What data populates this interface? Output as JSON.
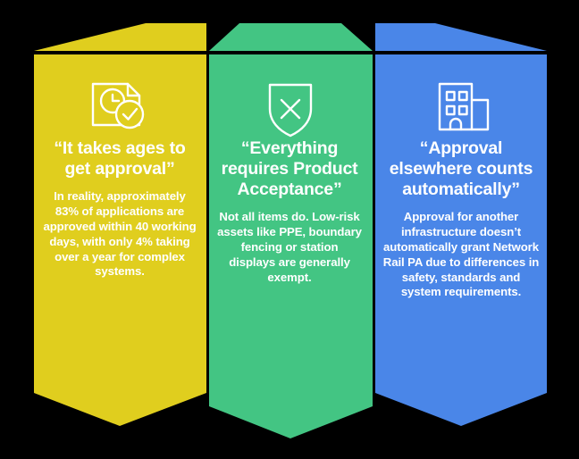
{
  "background_color": "#000000",
  "panels": [
    {
      "id": "yellow",
      "color": "#E0CE1E",
      "icon_name": "document-clock-check-icon",
      "headline": "“It takes ages to get approval”",
      "body": "In reality, approximately 83% of applications are approved within 40 working days, with only 4% taking over a year for complex systems."
    },
    {
      "id": "green",
      "color": "#43C583",
      "icon_name": "shield-x-icon",
      "headline": "“Everything requires Product Acceptance”",
      "body": "Not all items do. Low-risk assets like PPE, boundary fencing or station displays are generally exempt."
    },
    {
      "id": "blue",
      "color": "#4A86E8",
      "icon_name": "building-icon",
      "headline": "“Approval elsewhere counts automatically”",
      "body": "Approval for another infrastructure doesn’t automatically grant Network Rail PA due to differences in safety, standards and system requirements."
    }
  ]
}
